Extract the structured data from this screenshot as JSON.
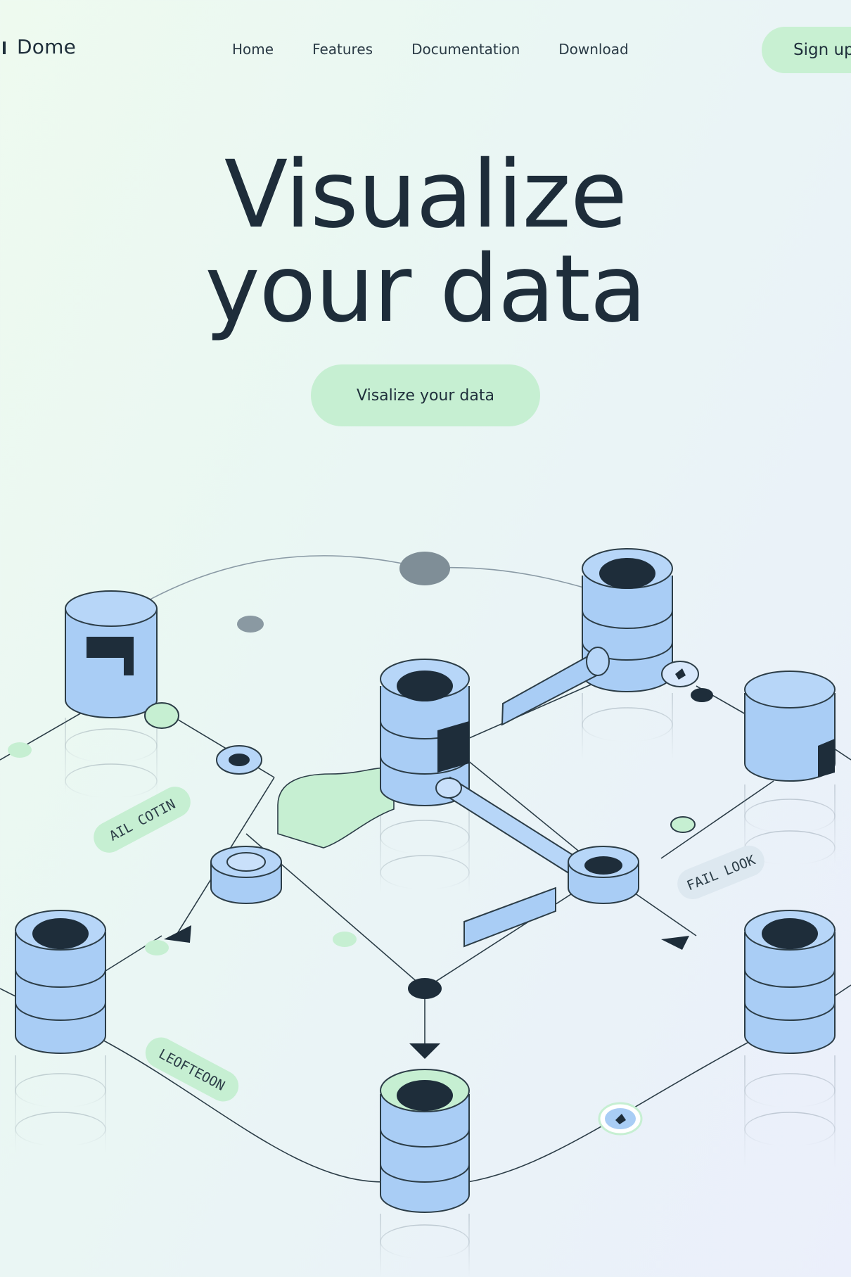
{
  "brand": {
    "name": "Dome"
  },
  "nav": {
    "links": [
      "Home",
      "Features",
      "Documentation",
      "Download"
    ],
    "signup_label": "Sign up"
  },
  "hero": {
    "title_line1": "Visualize",
    "title_line2": "your data",
    "cta_label": "Visalize your data"
  },
  "illustration": {
    "tags": [
      "AIL COTIN",
      "FAIL LOOK",
      "LEOFTEOON"
    ]
  },
  "colors": {
    "accent_green": "#c6efd2",
    "database_blue": "#a9cdf5",
    "ink": "#1e2d3a"
  }
}
